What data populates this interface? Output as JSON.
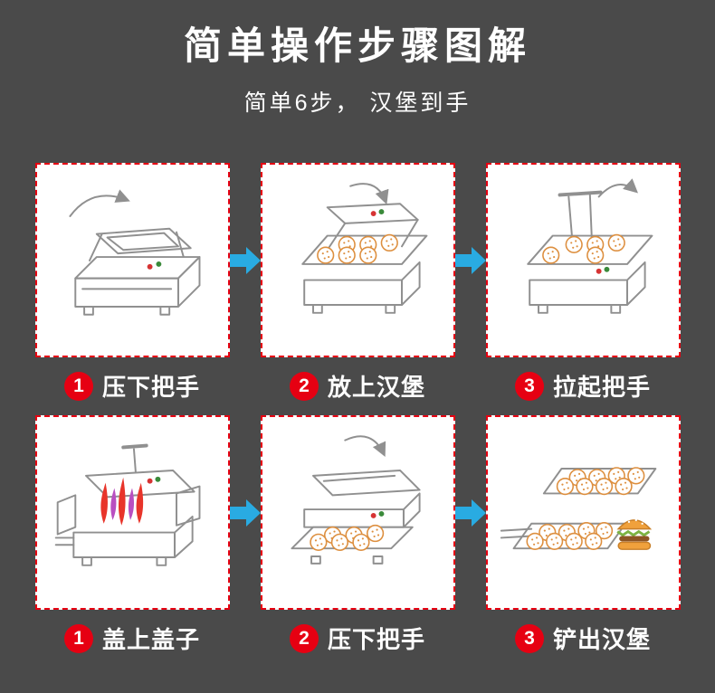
{
  "header": {
    "title": "简单操作步骤图解",
    "subtitle": "简单6步， 汉堡到手"
  },
  "steps": {
    "row1": [
      {
        "num": "1",
        "label": "压下把手",
        "illustration": "machine-handle-pressed"
      },
      {
        "num": "2",
        "label": "放上汉堡",
        "illustration": "machine-tray-with-buns"
      },
      {
        "num": "3",
        "label": "拉起把手",
        "illustration": "machine-handle-raised"
      },
      {
        "num": "1",
        "label": "盖上盖子",
        "illustration": "machine-lid-closed-heating"
      },
      {
        "num": "2",
        "label": "压下把手",
        "illustration": "machine-press-down"
      },
      {
        "num": "3",
        "label": "铲出汉堡",
        "illustration": "trays-with-finished-burgers"
      }
    ],
    "row2": [
      {
        "num": "1",
        "label": "盖上盖子"
      },
      {
        "num": "2",
        "label": "压下把手"
      },
      {
        "num": "3",
        "label": "铲出汉堡"
      }
    ]
  },
  "icons": {
    "between_steps": "blue-right-arrow"
  },
  "colors": {
    "bg": "#4a4a4a",
    "panel-bg": "#ffffff",
    "accent-red": "#e60012",
    "accent-blue": "#29abe2",
    "text": "#ffffff",
    "line": "#909090",
    "bun": "#dd8f3f",
    "flame-red": "#e8342a",
    "flame-purple": "#b94fc1"
  }
}
